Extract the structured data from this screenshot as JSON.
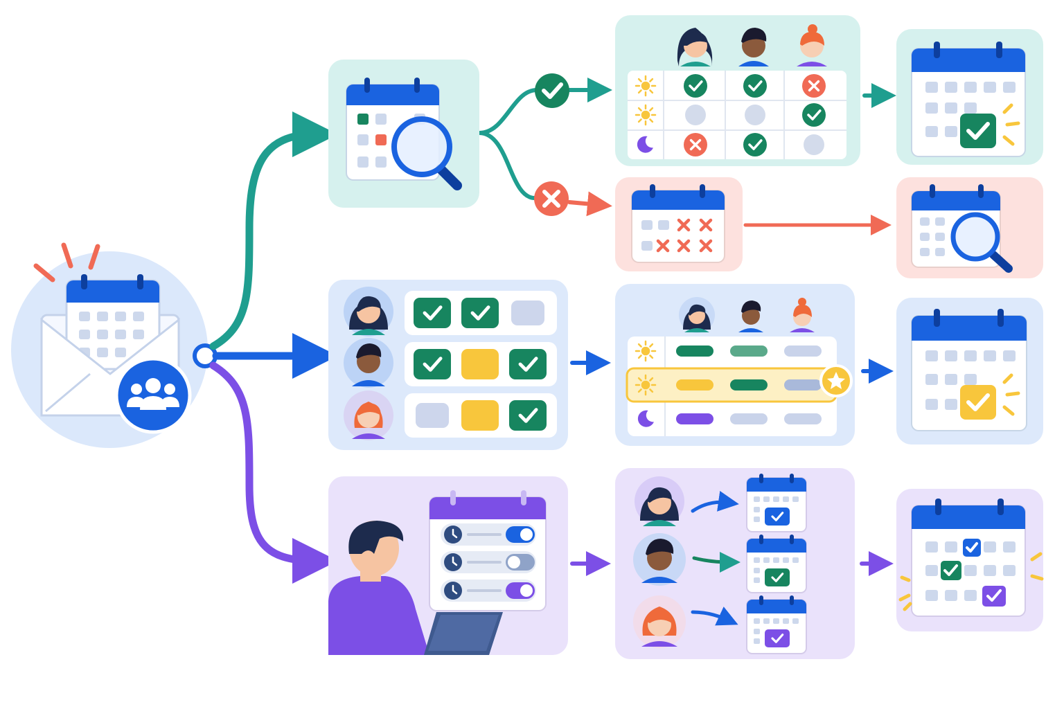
{
  "diagram": {
    "type": "scheduling-workflow-illustration",
    "text": "",
    "colors": {
      "teal": "#1f9e8f",
      "blue": "#1a63e0",
      "purple": "#7c4fe6",
      "red": "#f06a55",
      "green": "#17855f",
      "yellow": "#f8c63c",
      "gray": "#c8d0e3",
      "teal_panel": "#d6f1ee",
      "blue_panel": "#dde9fb",
      "purple_panel": "#eae2fb",
      "red_panel": "#fde1de"
    },
    "icons": [
      "email-invite-icon",
      "group-icon",
      "calendar-icon",
      "magnifier-icon",
      "check-icon",
      "cross-icon",
      "sun-icon",
      "moon-icon",
      "star-icon",
      "clock-icon",
      "toggle-icon",
      "laptop-icon"
    ],
    "branches": [
      {
        "id": "availability-check",
        "color": "teal"
      },
      {
        "id": "group-poll",
        "color": "blue"
      },
      {
        "id": "individual-booking",
        "color": "purple"
      }
    ],
    "availability_grid": {
      "rows": [
        "sun",
        "sun",
        "moon"
      ],
      "cells": [
        [
          "yes",
          "yes",
          "no"
        ],
        [
          "none",
          "none",
          "yes"
        ],
        [
          "no",
          "yes",
          "none"
        ]
      ]
    },
    "poll_grid": {
      "cells": [
        [
          "yes",
          "yes",
          "empty"
        ],
        [
          "yes",
          "maybe",
          "yes"
        ],
        [
          "empty",
          "maybe",
          "yes"
        ]
      ]
    }
  }
}
